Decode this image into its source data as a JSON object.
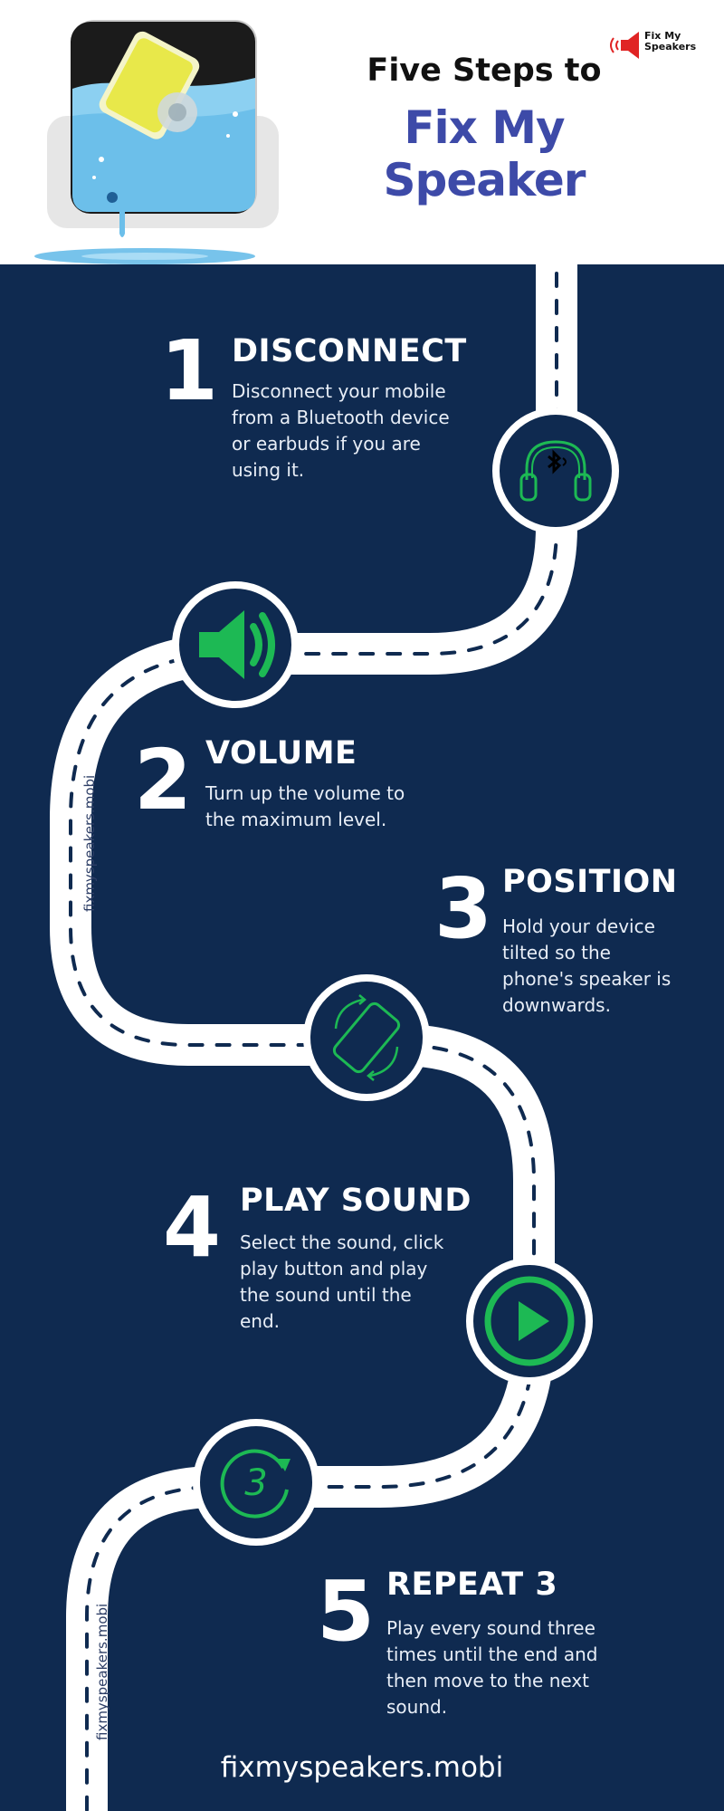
{
  "header": {
    "title_line1": "Five Steps to",
    "title_line2": "Fix My Speaker",
    "logo": {
      "line1": "Fix My",
      "line2": "Speakers",
      "icon": "speaker-logo-icon"
    }
  },
  "steps": [
    {
      "number": "1",
      "title": "DISCONNECT",
      "description": "Disconnect your mobile from a Bluetooth device or earbuds if you are using it.",
      "icon": "bluetooth-headphones-icon"
    },
    {
      "number": "2",
      "title": "VOLUME",
      "description": "Turn up the volume to the maximum level.",
      "icon": "volume-icon"
    },
    {
      "number": "3",
      "title": "POSITION",
      "description": "Hold your device tilted so the phone's speaker is downwards.",
      "icon": "rotate-phone-icon"
    },
    {
      "number": "4",
      "title": "PLAY SOUND",
      "description": "Select the sound, click play button and play the sound until the end.",
      "icon": "play-icon"
    },
    {
      "number": "5",
      "title": "REPEAT 3",
      "description": "Play every sound three times until the end and then move to the next sound.",
      "icon": "repeat-3-icon",
      "icon_text": "3"
    }
  ],
  "watermark": "fixmyspeakers.mobi",
  "footer": {
    "url": "fixmyspeakers.mobi"
  },
  "colors": {
    "navy": "#0f2a50",
    "accent_green": "#1db954",
    "title_blue": "#3d4aa8",
    "logo_red": "#e02424"
  }
}
